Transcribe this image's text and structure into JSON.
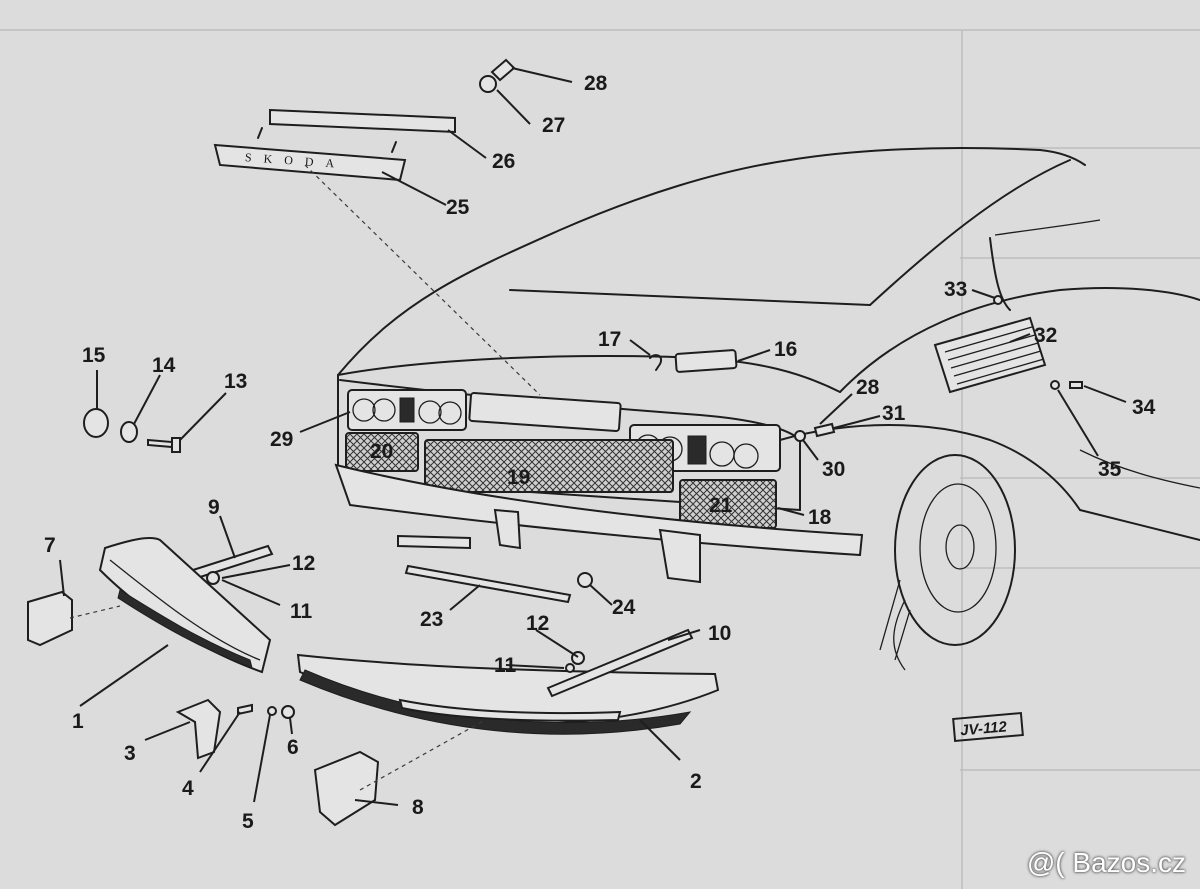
{
  "figure": {
    "code": "JV-112",
    "callouts": [
      "1",
      "2",
      "3",
      "4",
      "5",
      "6",
      "7",
      "8",
      "9",
      "10",
      "11",
      "11",
      "12",
      "12",
      "13",
      "14",
      "15",
      "16",
      "17",
      "18",
      "19",
      "20",
      "21",
      "23",
      "24",
      "25",
      "26",
      "27",
      "28",
      "28",
      "29",
      "30",
      "31",
      "32",
      "33",
      "34",
      "35"
    ]
  },
  "watermark": "Bazos.cz",
  "colors": {
    "paper": "#dcdcdc",
    "ink": "#1e1e1e"
  }
}
